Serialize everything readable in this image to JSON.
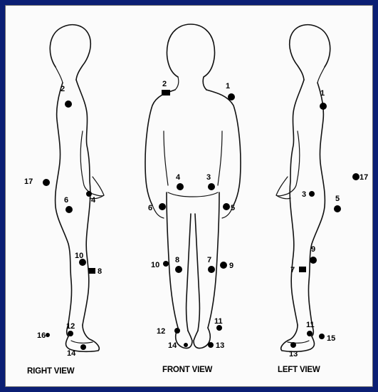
{
  "views": [
    {
      "label": "RIGHT VIEW",
      "markers": [
        {
          "number": "2"
        },
        {
          "number": "17"
        },
        {
          "number": "6"
        },
        {
          "number": "4"
        },
        {
          "number": "10"
        },
        {
          "number": "8"
        },
        {
          "number": "12"
        },
        {
          "number": "16"
        },
        {
          "number": "14"
        }
      ]
    },
    {
      "label": "FRONT VIEW",
      "markers": [
        {
          "number": "2"
        },
        {
          "number": "1"
        },
        {
          "number": "4"
        },
        {
          "number": "3"
        },
        {
          "number": "6"
        },
        {
          "number": "5"
        },
        {
          "number": "10"
        },
        {
          "number": "8"
        },
        {
          "number": "7"
        },
        {
          "number": "9"
        },
        {
          "number": "12"
        },
        {
          "number": "11"
        },
        {
          "number": "14"
        },
        {
          "number": "13"
        }
      ]
    },
    {
      "label": "LEFT VIEW",
      "markers": [
        {
          "number": "1"
        },
        {
          "number": "17"
        },
        {
          "number": "3"
        },
        {
          "number": "5"
        },
        {
          "number": "9"
        },
        {
          "number": "7"
        },
        {
          "number": "11"
        },
        {
          "number": "15"
        },
        {
          "number": "13"
        }
      ]
    }
  ],
  "colors": {
    "frame": "#0b1f74",
    "background": "#fbfbfb",
    "ink": "#000000"
  }
}
